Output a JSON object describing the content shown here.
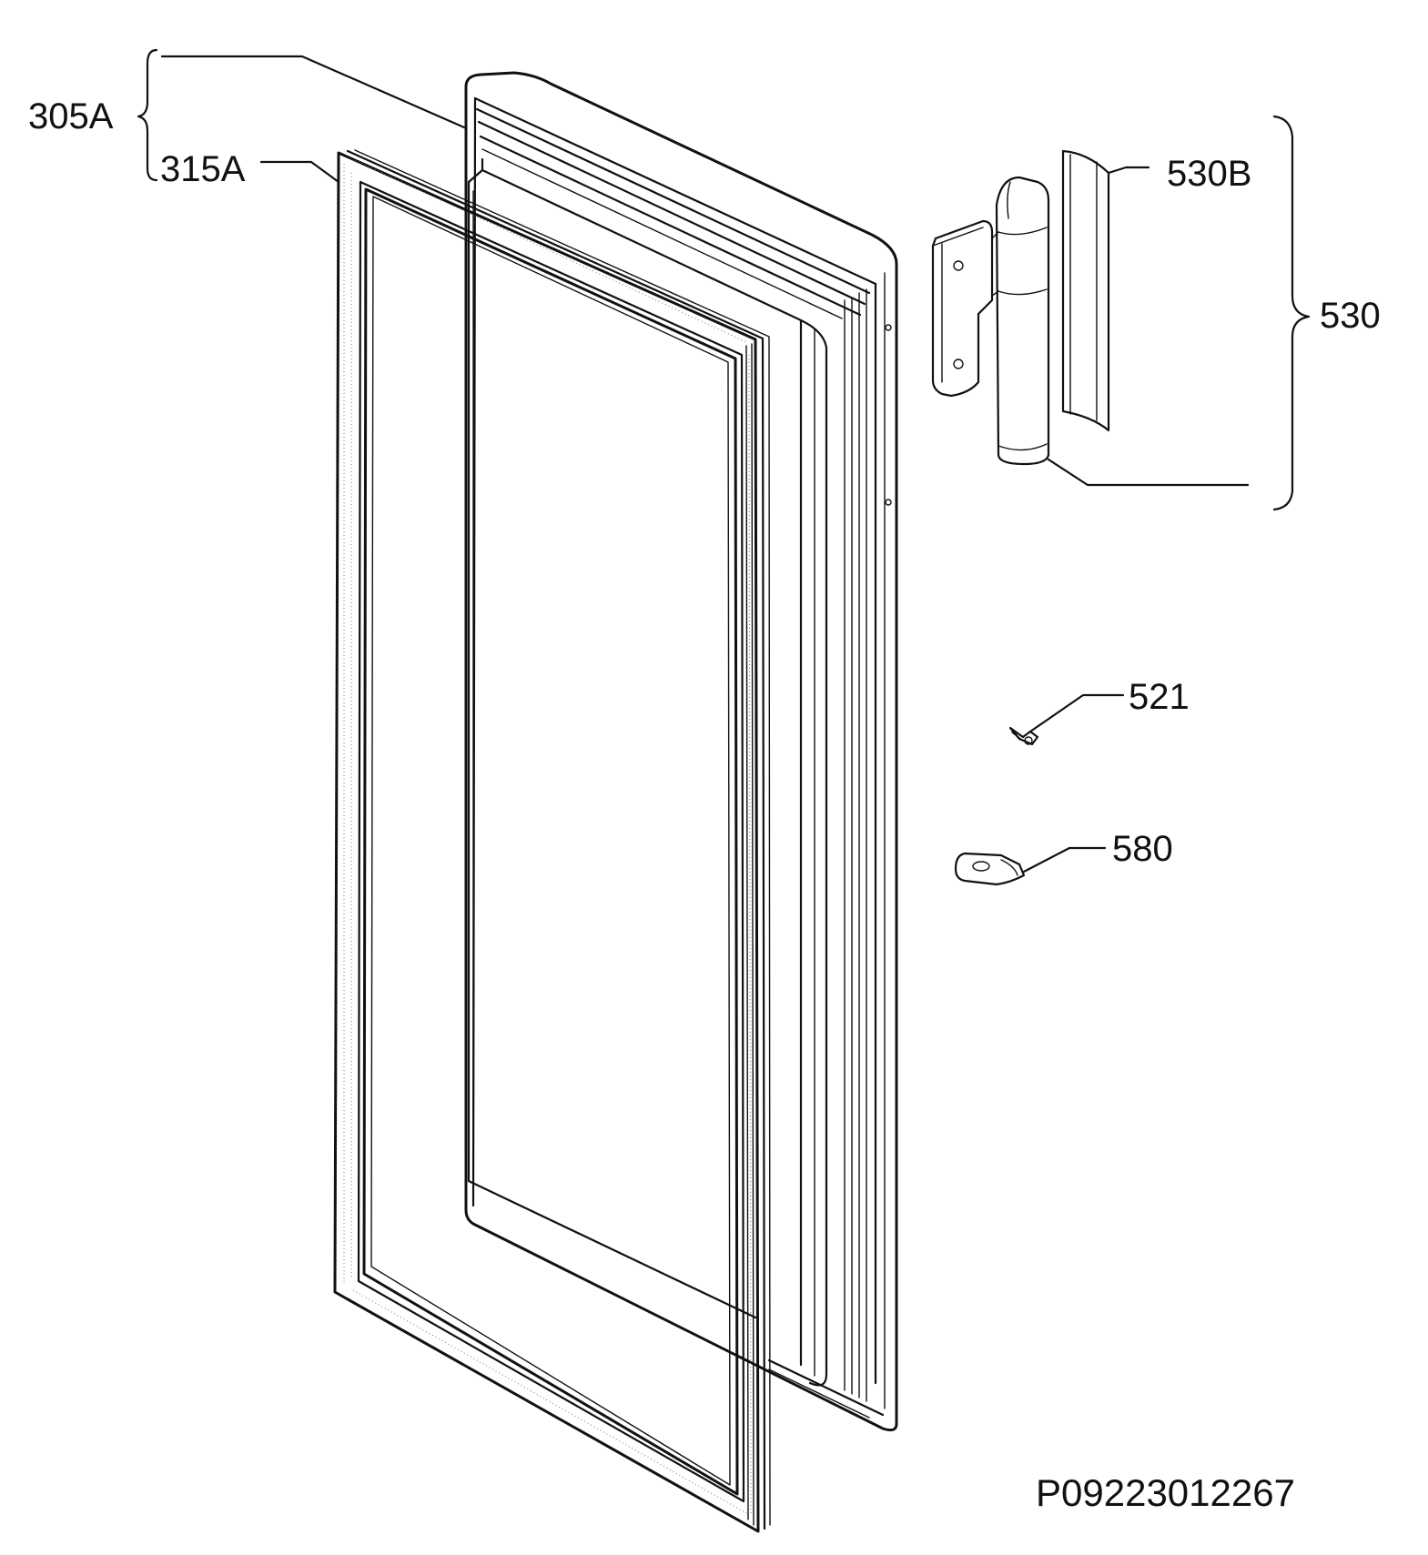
{
  "labels": {
    "door_assembly": "305A",
    "gasket": "315A",
    "hinge_cover": "530B",
    "hinge_assembly": "530",
    "screw": "521",
    "hinge_pin_bracket": "580"
  },
  "drawing_code": "P09223012267"
}
